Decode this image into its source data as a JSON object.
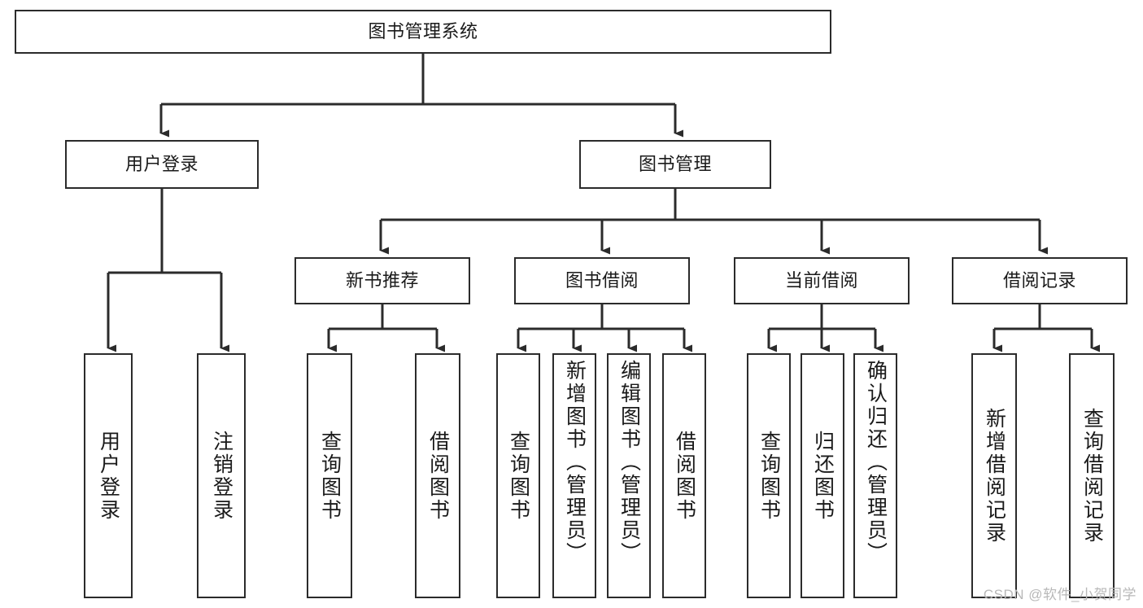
{
  "diagram": {
    "type": "hierarchy-flowchart",
    "title": "图书管理系统",
    "levels": {
      "root": {
        "label": "图书管理系统"
      },
      "level2": [
        {
          "label": "用户登录"
        },
        {
          "label": "图书管理"
        }
      ],
      "level3": [
        {
          "label": "新书推荐"
        },
        {
          "label": "图书借阅"
        },
        {
          "label": "当前借阅"
        },
        {
          "label": "借阅记录"
        }
      ],
      "leaves": {
        "user_login": [
          {
            "label": "用户登录"
          },
          {
            "label": "注销登录"
          }
        ],
        "new_book_recommend": [
          {
            "label": "查询图书"
          },
          {
            "label": "借阅图书"
          }
        ],
        "book_borrow": [
          {
            "label": "查询图书"
          },
          {
            "label": "新增图书（管理员）"
          },
          {
            "label": "编辑图书（管理员）"
          },
          {
            "label": "借阅图书"
          }
        ],
        "current_borrow": [
          {
            "label": "查询图书"
          },
          {
            "label": "归还图书"
          },
          {
            "label": "确认归还（管理员）"
          }
        ],
        "borrow_record": [
          {
            "label": "新增借阅记录"
          },
          {
            "label": "查询借阅记录"
          }
        ]
      }
    }
  },
  "watermark": {
    "text": "CSDN @软件_小贺同学"
  },
  "colors": {
    "background": "#ffffff",
    "border": "#2b2b2b",
    "text": "#1a1a1a",
    "connector": "#2b2b2b",
    "watermark": "#b8b8b8"
  }
}
